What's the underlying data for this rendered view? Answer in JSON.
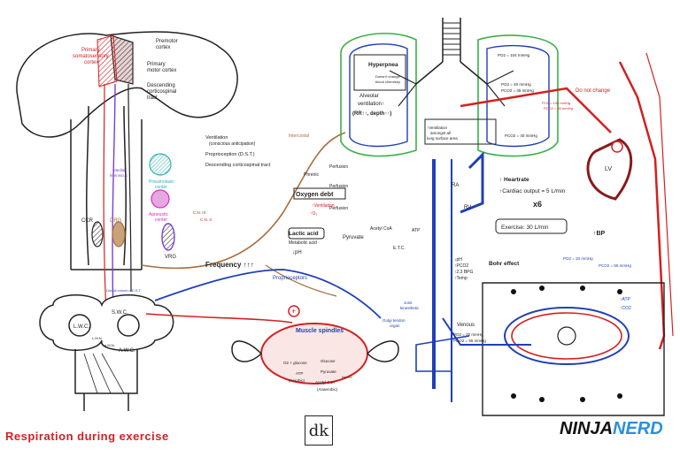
{
  "title": "Respiration during exercise",
  "brand": {
    "part1": "NINJA",
    "part2": "NERD"
  },
  "logo_text": "dk",
  "colors": {
    "red": "#d42020",
    "blue": "#1f3fb8",
    "purple": "#7a3fd0",
    "brown": "#a86d3a",
    "green": "#3ab04a",
    "pink": "#d62fbf",
    "teal": "#2bb3b3"
  },
  "brain": {
    "primary_somatosensory": [
      "Primary",
      "somatosensory",
      "cortex"
    ],
    "premotor": [
      "Premotor",
      "cortex"
    ],
    "primary_motor": [
      "Primary",
      "motor cortex"
    ],
    "descending": [
      "Descending",
      "corticospinal",
      "tract"
    ],
    "medial_lemniscus": [
      "Medial",
      "lemniscus"
    ],
    "pneumotaxic": [
      "Pneumotaxic",
      "center"
    ],
    "apneustic": [
      "Apneustic",
      "center"
    ],
    "ccr": "CCR",
    "drg": "DRG",
    "vrg": "VRG",
    "cn": [
      "C.N. IX",
      "C.N. X"
    ],
    "notes": [
      "Ventilation",
      "(conscious anticipation)",
      "Proprioception (D.S.T.)",
      "Descending corticospinal tract"
    ]
  },
  "spinal": {
    "lwc": "L.W.C.",
    "swc": "S.W.C.",
    "awc": "A.W.C.",
    "lab1": "L.M.N.",
    "lab2": "α M.N.",
    "dorsal": "Dorsal column / D.S.T."
  },
  "frequency": "Frequency ↑↑↑",
  "intercostal": "Intercostal",
  "phrenic": "Phrenic",
  "perfusion": [
    "Perfusion",
    "Perfusion",
    "Perfusion"
  ],
  "oxygen_debt": "Oxygen debt",
  "ventilation_o2": [
    "↑Ventilation",
    "↑O₂"
  ],
  "lactic": {
    "label": "Lactic acid",
    "metabolic": "Metabolic acid",
    "ph": "↓pH"
  },
  "pyruvate": "Pyruvate",
  "acetyl": "Acetyl CoA",
  "etc": "E.T.C.",
  "atp": "ATP",
  "proprioceptors": "Proprioceptors",
  "joint": [
    "Joint",
    "kinesthetic"
  ],
  "golgi": [
    "Golgi tendon",
    "organ"
  ],
  "muscle_spindles": "Muscle spindles",
  "muscle": {
    "o2": "O2 + glucose",
    "atp1": "ATP",
    "aerobic": "(Aerobic)",
    "glucose": "Glucose",
    "pyruvate": "Pyruvate",
    "acetyl": "Acetyl CoA",
    "anaerobic": "(Anaerobic)",
    "no_o2": "No O2"
  },
  "hyperpnea": {
    "title": "Hyperpnea",
    "sub": [
      "Doesn't change",
      "blood chemistry"
    ],
    "alv": "Alveolar",
    "vent": "ventilation↑",
    "rr": "(RR↑↑, depth↑↑)"
  },
  "lungs": {
    "ppo2a": "PO2 = 104 mmHg",
    "po2b": "PO2 = 40 mmHg",
    "pco2b": "PCO2 = 45 mmHg",
    "pco2c": "PCO2 = 40 mmHg",
    "vent_note": [
      "↑Ventilation",
      "amongst all",
      "lung surface area"
    ]
  },
  "heart": {
    "hr": "↑ Heartrate",
    "co": "↑Cardiac output = 5 L/min",
    "x6": "x6",
    "ex": "Exercise: 30 L/min",
    "bp": "↑BP",
    "lv": "LV",
    "ra": "RA",
    "rv": "RV"
  },
  "do_not_change": "Do not change",
  "right_small": [
    "PO2 = 100 mmHg",
    "PCO2 = 40 mmHg"
  ],
  "bohr": {
    "title": "Bohr effect",
    "items": [
      "↓pH",
      "↑PCO2",
      "↑2,3 BPG",
      "↑Temp"
    ]
  },
  "venous": {
    "label": "Venous",
    "po2": "PO2 = 20 mmHg",
    "pco2": "PCO2 = 55 mmHg"
  },
  "capillary": {
    "po2": "PO2 = 20 mmHg",
    "pco2": "PCO2 = 55 mmHg",
    "atp": "↑ATP",
    "co2": "↑CO2"
  }
}
